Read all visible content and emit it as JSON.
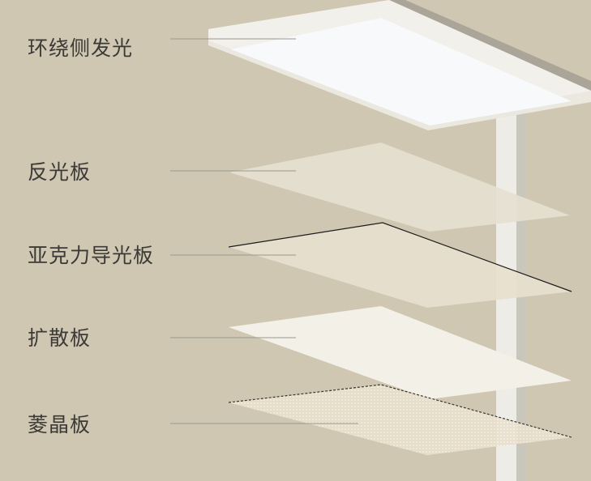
{
  "layers": [
    {
      "label": "环绕侧发光"
    },
    {
      "label": "反光板"
    },
    {
      "label": "亚克力导光板"
    },
    {
      "label": "扩散板"
    },
    {
      "label": "菱晶板"
    }
  ],
  "colors": {
    "background": "#cfc7b2",
    "leader_line": "#9a988e",
    "label_text": "#3b3a36"
  }
}
